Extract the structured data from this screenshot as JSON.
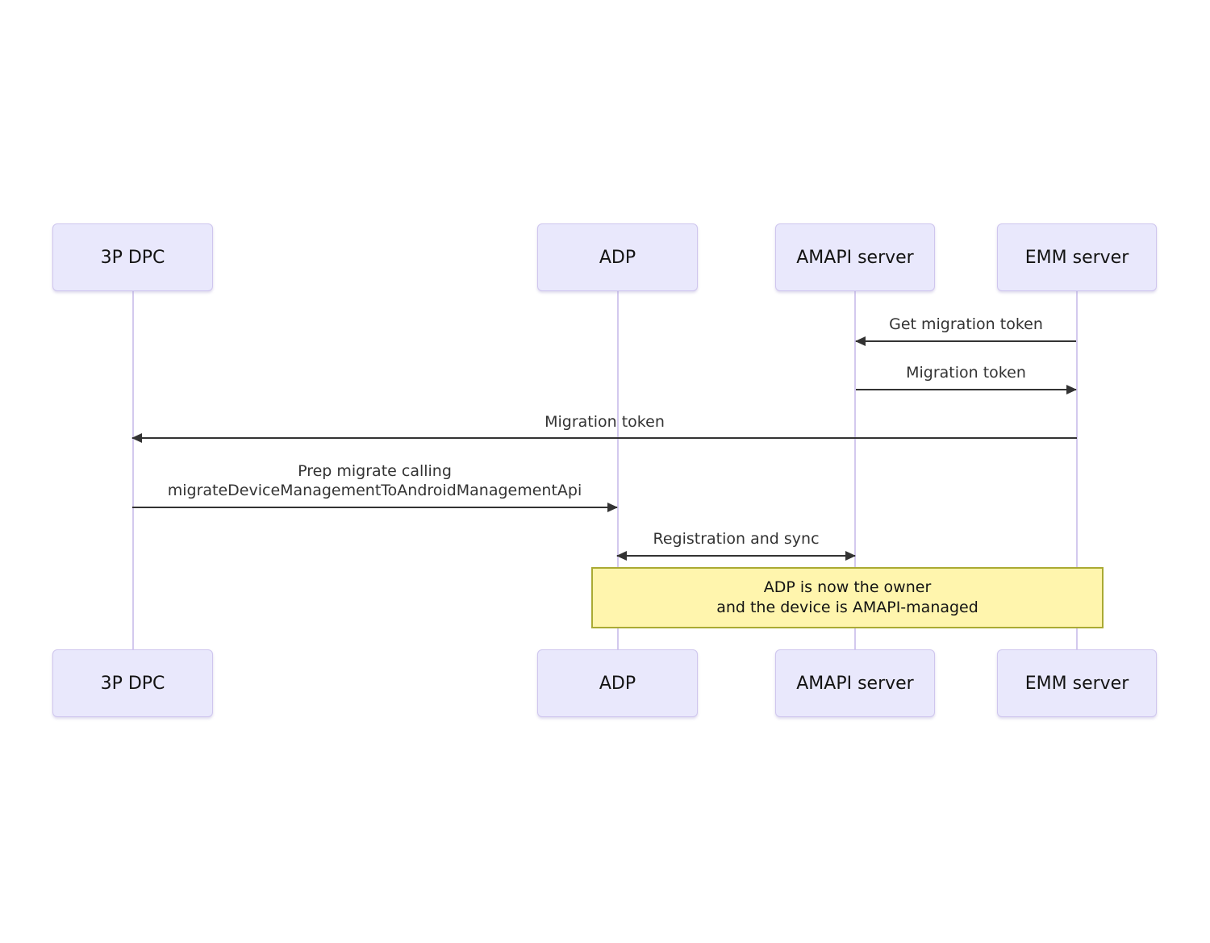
{
  "diagram": {
    "type": "sequence-diagram",
    "background": "#ffffff",
    "palette": {
      "actor_fill": "#e9e8fc",
      "actor_border": "#cfc6ee",
      "lifeline": "#d3c9ee",
      "arrow": "#333333",
      "message_text": "#333333",
      "actor_text": "#131313",
      "note_fill": "#fff5ad",
      "note_border": "#aaaa33"
    },
    "actors": [
      {
        "id": "3p-dpc",
        "label": "3P DPC"
      },
      {
        "id": "adp",
        "label": "ADP"
      },
      {
        "id": "amapi-server",
        "label": "AMAPI server"
      },
      {
        "id": "emm-server",
        "label": "EMM server"
      }
    ],
    "messages": [
      {
        "id": "get-migration-token",
        "label": "Get migration token",
        "from": "EMM server",
        "to": "AMAPI server",
        "arrow": "left"
      },
      {
        "id": "migration-token-to-emm",
        "label": "Migration token",
        "from": "AMAPI server",
        "to": "EMM server",
        "arrow": "right"
      },
      {
        "id": "migration-token-to-dpc",
        "label": "Migration token",
        "from": "EMM server",
        "to": "3P DPC",
        "arrow": "left"
      },
      {
        "id": "prep-migrate",
        "lines": [
          "Prep migrate calling",
          "migrateDeviceManagementToAndroidManagementApi"
        ],
        "from": "3P DPC",
        "to": "ADP",
        "arrow": "right"
      },
      {
        "id": "registration-and-sync",
        "label": "Registration and sync",
        "from": "ADP",
        "to": "AMAPI server",
        "arrow": "both"
      }
    ],
    "note": {
      "over": [
        "ADP",
        "EMM server"
      ],
      "lines": [
        "ADP is now the owner",
        "and the device is AMAPI-managed"
      ]
    }
  }
}
